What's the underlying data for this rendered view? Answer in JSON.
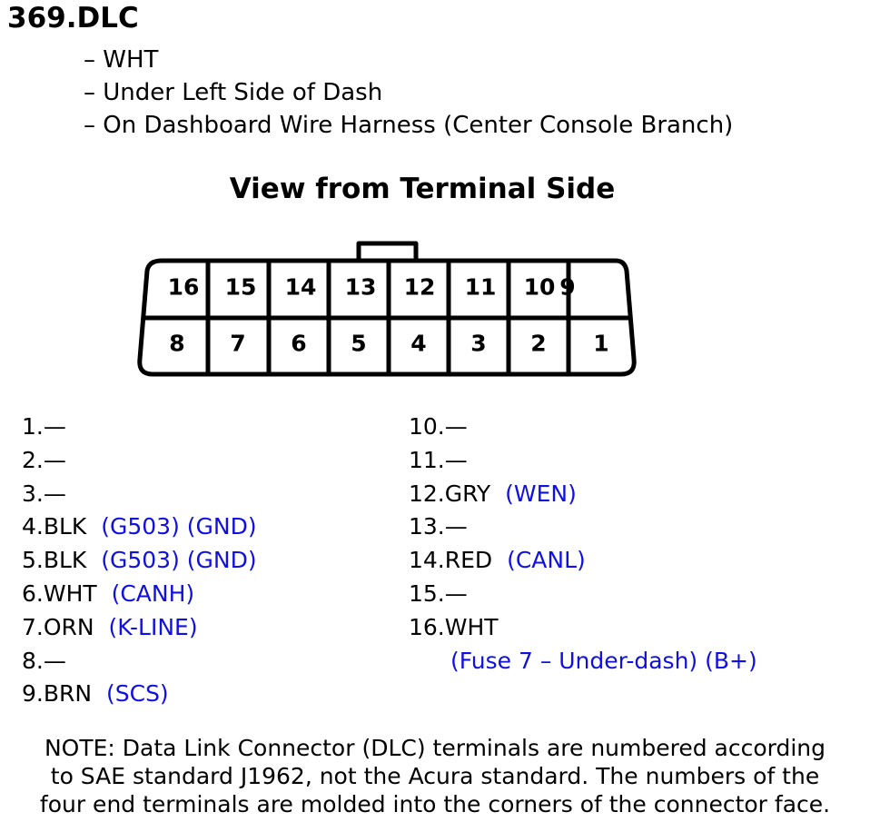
{
  "connector": {
    "title": "369.DLC",
    "properties": [
      "– WHT",
      "– Under Left Side of Dash",
      "– On Dashboard Wire Harness (Center Console Branch)"
    ]
  },
  "diagram": {
    "view_label": "View from Terminal Side",
    "top_row_pins": [
      "16",
      "15",
      "14",
      "13",
      "12",
      "11",
      "10",
      "9"
    ],
    "bottom_row_pins": [
      "8",
      "7",
      "6",
      "5",
      "4",
      "3",
      "2",
      "1"
    ]
  },
  "pinout_left": [
    {
      "label": "1.—",
      "detail": ""
    },
    {
      "label": "2.—",
      "detail": ""
    },
    {
      "label": "3.—",
      "detail": ""
    },
    {
      "label": "4.BLK",
      "detail": "(G503) (GND)"
    },
    {
      "label": "5.BLK",
      "detail": "(G503) (GND)"
    },
    {
      "label": "6.WHT",
      "detail": "(CANH)"
    },
    {
      "label": "7.ORN",
      "detail": "(K-LINE)"
    },
    {
      "label": "8.—",
      "detail": ""
    },
    {
      "label": "9.BRN",
      "detail": "(SCS)"
    }
  ],
  "pinout_right": [
    {
      "label": "10.—",
      "detail": ""
    },
    {
      "label": "11.—",
      "detail": ""
    },
    {
      "label": "12.GRY",
      "detail": "(WEN)"
    },
    {
      "label": "13.—",
      "detail": ""
    },
    {
      "label": "14.RED",
      "detail": "(CANL)"
    },
    {
      "label": "15.—",
      "detail": ""
    },
    {
      "label": "16.WHT",
      "detail": ""
    },
    {
      "label": "",
      "detail": "(Fuse 7 – Under-dash) (B+)"
    }
  ],
  "note": [
    "NOTE: Data Link Connector (DLC) terminals are numbered according",
    "to SAE standard J1962, not the Acura standard. The numbers of the",
    "four end terminals are molded into the corners of the connector face."
  ],
  "colors": {
    "line": "#000000",
    "detail_text": "#1010e0"
  }
}
